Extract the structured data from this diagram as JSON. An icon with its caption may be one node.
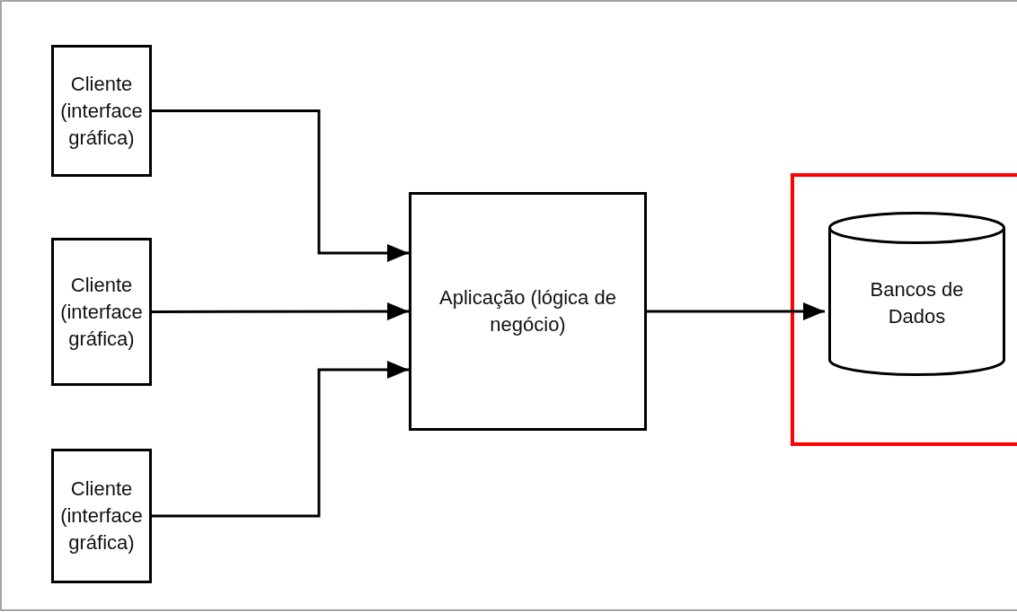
{
  "diagram": {
    "nodes": [
      {
        "text": [
          "Cliente (interface gráfica)"
        ]
      },
      {
        "text": [
          "Cliente (interface gráfica)"
        ]
      },
      {
        "text": [
          "Cliente (interface gráfica)"
        ]
      },
      {
        "text": [
          "Aplicação (lógica de negócio)"
        ]
      },
      {
        "text": [],
        "shape": "box"
      },
      {
        "text": [
          "Bancos de Dados"
        ],
        "in": 4
      }
    ],
    "edges": [
      {
        "from": 0,
        "to": 3,
        "arrow": "to"
      },
      {
        "from": 1,
        "to": 3,
        "arrow": "to"
      },
      {
        "from": 2,
        "to": 3,
        "arrow": "to"
      },
      {
        "from": 3,
        "to": 5,
        "arrow": "to"
      }
    ]
  }
}
